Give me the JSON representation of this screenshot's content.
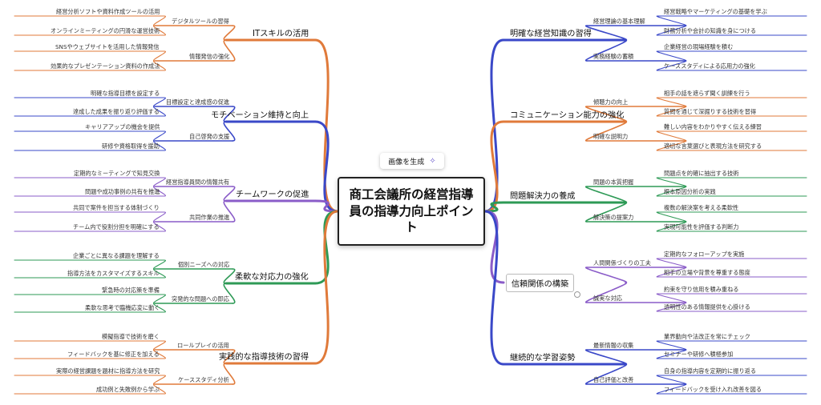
{
  "root": {
    "title": "商工会議所の経営指導員の指導力向上ポイント"
  },
  "generate_button": {
    "label": "画像を生成",
    "icon": "sparkle-icon"
  },
  "colors": {
    "blue": "#3a48c8",
    "orange": "#e07a3a",
    "green": "#2e9a56",
    "purple": "#8a5cc8"
  },
  "branches": [
    {
      "label": "ITスキルの活用",
      "side": "left",
      "color": "orange",
      "children": [
        {
          "label": "デジタルツールの習得",
          "leaves": [
            "経営分析ソフトや資料作成ツールの活用",
            "オンラインミーティングの円滑な運営技術"
          ]
        },
        {
          "label": "情報発信の強化",
          "leaves": [
            "SNSやウェブサイトを活用した情報発信",
            "効果的なプレゼンテーション資料の作成法"
          ]
        }
      ]
    },
    {
      "label": "モチベーション維持と向上",
      "side": "left",
      "color": "blue",
      "children": [
        {
          "label": "目標設定と達成感の促進",
          "leaves": [
            "明確な指導目標を設定する",
            "達成した成果を振り返り評価する"
          ]
        },
        {
          "label": "自己啓発の支援",
          "leaves": [
            "キャリアアップの機会を提供",
            "研修や資格取得を援助"
          ]
        }
      ]
    },
    {
      "label": "チームワークの促進",
      "side": "left",
      "color": "purple",
      "children": [
        {
          "label": "経営指導員間の情報共有",
          "leaves": [
            "定期的なミーティングで知見交換",
            "問題や成功事例の共有を推進"
          ]
        },
        {
          "label": "共同作業の推進",
          "leaves": [
            "共同で案件を担当する体制づくり",
            "チーム内で役割分担を明確にする"
          ]
        }
      ]
    },
    {
      "label": "柔軟な対応力の強化",
      "side": "left",
      "color": "green",
      "children": [
        {
          "label": "個別ニーズへの対応",
          "leaves": [
            "企業ごとに異なる課題を理解する",
            "指導方法をカスタマイズするスキル"
          ]
        },
        {
          "label": "突発的な問題への即応",
          "leaves": [
            "緊急時の対応策を準備",
            "柔軟な思考で臨機応変に動く"
          ]
        }
      ]
    },
    {
      "label": "実践的な指導技術の習得",
      "side": "left",
      "color": "orange",
      "children": [
        {
          "label": "ロールプレイの活用",
          "leaves": [
            "模擬指導で技術を磨く",
            "フィードバックを基に修正を加える"
          ]
        },
        {
          "label": "ケーススタディ分析",
          "leaves": [
            "実際の経営課題を題材に指導方法を研究",
            "成功例と失敗例から学ぶ"
          ]
        }
      ]
    },
    {
      "label": "明確な経営知識の習得",
      "side": "right",
      "color": "blue",
      "children": [
        {
          "label": "経営理論の基本理解",
          "leaves": [
            "経営戦略やマーケティングの基礎を学ぶ",
            "財務分析や会計の知識を身につける"
          ]
        },
        {
          "label": "実務経験の蓄積",
          "leaves": [
            "企業経営の現場経験を積む",
            "ケーススタディによる応用力の強化"
          ]
        }
      ]
    },
    {
      "label": "コミュニケーション能力の強化",
      "side": "right",
      "color": "orange",
      "children": [
        {
          "label": "傾聴力の向上",
          "leaves": [
            "相手の話を遮らず聞く訓練を行う",
            "質問を通じて深掘りする技術を習得"
          ]
        },
        {
          "label": "明確な説明力",
          "leaves": [
            "難しい内容をわかりやすく伝える練習",
            "適切な言葉選びと表現方法を研究する"
          ]
        }
      ]
    },
    {
      "label": "問題解決力の養成",
      "side": "right",
      "color": "green",
      "children": [
        {
          "label": "問題の本質把握",
          "leaves": [
            "問題点を的確に抽出する技術",
            "根本原因分析の実践"
          ]
        },
        {
          "label": "解決策の提案力",
          "leaves": [
            "複数の解決案を考える柔軟性",
            "実現可能性を評価する判断力"
          ]
        }
      ]
    },
    {
      "label": "信頼関係の構築",
      "side": "right",
      "color": "purple",
      "children": [
        {
          "label": "人間関係づくりの工夫",
          "leaves": [
            "定期的なフォローアップを実施",
            "相手の立場や背景を尊重する態度"
          ]
        },
        {
          "label": "誠実な対応",
          "leaves": [
            "約束を守り信用を積み重ねる",
            "透明性のある情報提供を心掛ける"
          ]
        }
      ]
    },
    {
      "label": "継続的な学習姿勢",
      "side": "right",
      "color": "blue",
      "children": [
        {
          "label": "最新情報の収集",
          "leaves": [
            "業界動向や法改正を常にチェック",
            "セミナーや研修へ積極参加"
          ]
        },
        {
          "label": "自己評価と改善",
          "leaves": [
            "自身の指導内容を定期的に振り返る",
            "フィードバックを受け入れ改善を図る"
          ]
        }
      ]
    }
  ]
}
